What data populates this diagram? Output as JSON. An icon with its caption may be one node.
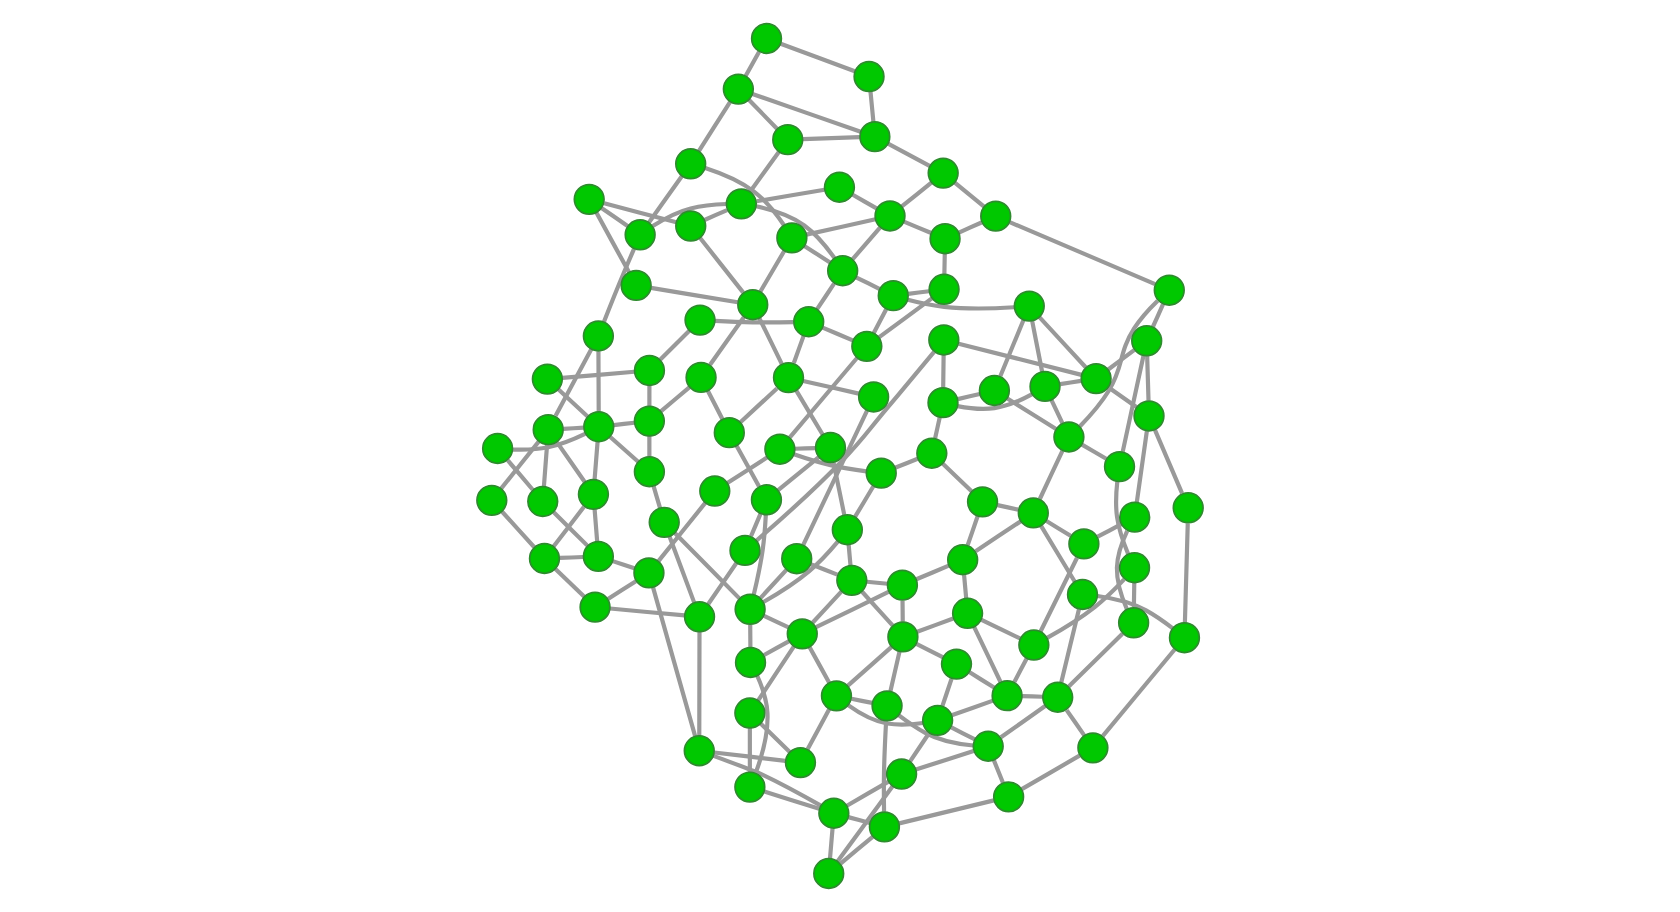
{
  "diagram": {
    "nodes": [
      {
        "text": [],
        "shape": "circle"
      },
      {
        "text": [],
        "shape": "circle"
      },
      {
        "text": [],
        "shape": "circle"
      },
      {
        "text": [],
        "shape": "circle"
      },
      {
        "text": [],
        "shape": "circle"
      },
      {
        "text": [],
        "shape": "circle"
      },
      {
        "text": [],
        "shape": "circle"
      },
      {
        "text": [],
        "shape": "circle"
      },
      {
        "text": [],
        "shape": "circle"
      },
      {
        "text": [],
        "shape": "circle"
      },
      {
        "text": [],
        "shape": "circle"
      },
      {
        "text": [],
        "shape": "circle"
      },
      {
        "text": [],
        "shape": "circle"
      },
      {
        "text": [],
        "shape": "circle"
      },
      {
        "text": [],
        "shape": "circle"
      },
      {
        "text": [],
        "shape": "circle"
      },
      {
        "text": [],
        "shape": "circle"
      },
      {
        "text": [],
        "shape": "circle"
      },
      {
        "text": [],
        "shape": "circle"
      },
      {
        "text": [],
        "shape": "circle"
      },
      {
        "text": [],
        "shape": "circle"
      },
      {
        "text": [],
        "shape": "circle"
      },
      {
        "text": [],
        "shape": "circle"
      },
      {
        "text": [],
        "shape": "circle"
      },
      {
        "text": [],
        "shape": "circle"
      },
      {
        "text": [],
        "shape": "circle"
      },
      {
        "text": [],
        "shape": "circle"
      },
      {
        "text": [],
        "shape": "circle"
      },
      {
        "text": [],
        "shape": "circle"
      },
      {
        "text": [],
        "shape": "circle"
      },
      {
        "text": [],
        "shape": "circle"
      },
      {
        "text": [],
        "shape": "circle"
      },
      {
        "text": [],
        "shape": "circle"
      },
      {
        "text": [],
        "shape": "circle"
      },
      {
        "text": [],
        "shape": "circle"
      },
      {
        "text": [],
        "shape": "circle"
      },
      {
        "text": [],
        "shape": "circle"
      },
      {
        "text": [],
        "shape": "circle"
      },
      {
        "text": [],
        "shape": "circle"
      },
      {
        "text": [],
        "shape": "circle"
      },
      {
        "text": [],
        "shape": "circle"
      },
      {
        "text": [],
        "shape": "circle"
      },
      {
        "text": [],
        "shape": "circle"
      },
      {
        "text": [],
        "shape": "circle"
      },
      {
        "text": [],
        "shape": "circle"
      },
      {
        "text": [],
        "shape": "circle"
      },
      {
        "text": [],
        "shape": "circle"
      },
      {
        "text": [],
        "shape": "circle"
      },
      {
        "text": [],
        "shape": "circle"
      },
      {
        "text": [],
        "shape": "circle"
      },
      {
        "text": [],
        "shape": "circle"
      },
      {
        "text": [],
        "shape": "circle"
      },
      {
        "text": [],
        "shape": "circle"
      },
      {
        "text": [],
        "shape": "circle"
      },
      {
        "text": [],
        "shape": "circle"
      },
      {
        "text": [],
        "shape": "circle"
      },
      {
        "text": [],
        "shape": "circle"
      },
      {
        "text": [],
        "shape": "circle"
      },
      {
        "text": [],
        "shape": "circle"
      },
      {
        "text": [],
        "shape": "circle"
      },
      {
        "text": [],
        "shape": "circle"
      },
      {
        "text": [],
        "shape": "circle"
      },
      {
        "text": [],
        "shape": "circle"
      },
      {
        "text": [],
        "shape": "circle"
      },
      {
        "text": [],
        "shape": "circle"
      },
      {
        "text": [],
        "shape": "circle"
      },
      {
        "text": [],
        "shape": "circle"
      },
      {
        "text": [],
        "shape": "circle"
      },
      {
        "text": [],
        "shape": "circle"
      },
      {
        "text": [],
        "shape": "circle"
      },
      {
        "text": [],
        "shape": "circle"
      },
      {
        "text": [],
        "shape": "circle"
      },
      {
        "text": [],
        "shape": "circle"
      },
      {
        "text": [],
        "shape": "circle"
      },
      {
        "text": [],
        "shape": "circle"
      },
      {
        "text": [],
        "shape": "circle"
      },
      {
        "text": [],
        "shape": "circle"
      },
      {
        "text": [],
        "shape": "circle"
      },
      {
        "text": [],
        "shape": "circle"
      },
      {
        "text": [],
        "shape": "circle"
      },
      {
        "text": [],
        "shape": "circle"
      },
      {
        "text": [],
        "shape": "circle"
      },
      {
        "text": [],
        "shape": "circle"
      },
      {
        "text": [],
        "shape": "circle"
      },
      {
        "text": [],
        "shape": "circle"
      },
      {
        "text": [],
        "shape": "circle"
      },
      {
        "text": [],
        "shape": "circle"
      },
      {
        "text": [],
        "shape": "circle"
      },
      {
        "text": [],
        "shape": "circle"
      },
      {
        "text": [],
        "shape": "circle"
      },
      {
        "text": [],
        "shape": "circle"
      },
      {
        "text": [],
        "shape": "circle"
      },
      {
        "text": [],
        "shape": "circle"
      },
      {
        "text": [],
        "shape": "circle"
      },
      {
        "text": [],
        "shape": "circle"
      },
      {
        "text": [],
        "shape": "circle"
      },
      {
        "text": [],
        "shape": "circle"
      },
      {
        "text": [],
        "shape": "circle"
      },
      {
        "text": [],
        "shape": "circle"
      },
      {
        "text": [],
        "shape": "circle"
      }
    ],
    "edges": [
      {
        "from": 18,
        "to": 7,
        "arrow": "none"
      },
      {
        "from": 18,
        "to": 24,
        "arrow": "none"
      },
      {
        "from": 7,
        "to": 24,
        "arrow": "none"
      },
      {
        "from": 18,
        "to": 11,
        "arrow": "none"
      },
      {
        "from": 24,
        "to": 11,
        "arrow": "none"
      },
      {
        "from": 24,
        "to": 47,
        "arrow": "none"
      },
      {
        "from": 24,
        "to": 34,
        "arrow": "none"
      },
      {
        "from": 34,
        "to": 45,
        "arrow": "none"
      },
      {
        "from": 47,
        "to": 36,
        "arrow": "none"
      },
      {
        "from": 7,
        "to": 5,
        "arrow": "none"
      },
      {
        "from": 7,
        "to": 9,
        "arrow": "none"
      },
      {
        "from": 11,
        "to": 2,
        "arrow": "none"
      },
      {
        "from": 11,
        "to": 20,
        "arrow": "none"
      },
      {
        "from": 2,
        "to": 5,
        "arrow": "none"
      },
      {
        "from": 5,
        "to": 20,
        "arrow": "none"
      },
      {
        "from": 9,
        "to": 25,
        "arrow": "none"
      },
      {
        "from": 20,
        "to": 25,
        "arrow": "none"
      },
      {
        "from": 2,
        "to": 1,
        "arrow": "none"
      },
      {
        "from": 1,
        "to": 6,
        "arrow": "none"
      },
      {
        "from": 6,
        "to": 13,
        "arrow": "none"
      },
      {
        "from": 5,
        "to": 6,
        "arrow": "none"
      },
      {
        "from": 9,
        "to": 15,
        "arrow": "none"
      },
      {
        "from": 34,
        "to": 32,
        "arrow": "none"
      },
      {
        "from": 32,
        "to": 39,
        "arrow": "none"
      },
      {
        "from": 32,
        "to": 36,
        "arrow": "none"
      },
      {
        "from": 36,
        "to": 25,
        "arrow": "none"
      },
      {
        "from": 39,
        "to": 45,
        "arrow": "none"
      },
      {
        "from": 39,
        "to": 49,
        "arrow": "none"
      },
      {
        "from": 39,
        "to": 40,
        "arrow": "none"
      },
      {
        "from": 45,
        "to": 49,
        "arrow": "none"
      },
      {
        "from": 44,
        "to": 49,
        "arrow": "none"
      },
      {
        "from": 44,
        "to": 40,
        "arrow": "none"
      },
      {
        "from": 40,
        "to": 48,
        "arrow": "none"
      },
      {
        "from": 23,
        "to": 25,
        "arrow": "none"
      },
      {
        "from": 23,
        "to": 15,
        "arrow": "none"
      },
      {
        "from": 23,
        "to": 31,
        "arrow": "none"
      },
      {
        "from": 15,
        "to": 13,
        "arrow": "none"
      },
      {
        "from": 31,
        "to": 29,
        "arrow": "none"
      },
      {
        "from": 31,
        "to": 40,
        "arrow": "none"
      },
      {
        "from": 49,
        "to": 48,
        "arrow": "none"
      },
      {
        "from": 0,
        "to": 3,
        "arrow": "none"
      },
      {
        "from": 0,
        "to": 1,
        "arrow": "none"
      },
      {
        "from": 0,
        "to": 4,
        "arrow": "none"
      },
      {
        "from": 3,
        "to": 26,
        "arrow": "none"
      },
      {
        "from": 4,
        "to": 10,
        "arrow": "none"
      },
      {
        "from": 10,
        "to": 12,
        "arrow": "none"
      },
      {
        "from": 10,
        "to": 35,
        "arrow": "none"
      },
      {
        "from": 10,
        "to": 22,
        "arrow": "none"
      },
      {
        "from": 12,
        "to": 8,
        "arrow": "none"
      },
      {
        "from": 12,
        "to": 19,
        "arrow": "none"
      },
      {
        "from": 16,
        "to": 22,
        "arrow": "none"
      },
      {
        "from": 16,
        "to": 28,
        "arrow": "none"
      },
      {
        "from": 16,
        "to": 14,
        "arrow": "none"
      },
      {
        "from": 22,
        "to": 35,
        "arrow": "none"
      },
      {
        "from": 22,
        "to": 41,
        "arrow": "none"
      },
      {
        "from": 35,
        "to": 42,
        "arrow": "none"
      },
      {
        "from": 41,
        "to": 28,
        "arrow": "none"
      },
      {
        "from": 46,
        "to": 27,
        "arrow": "none"
      },
      {
        "from": 46,
        "to": 30,
        "arrow": "none"
      },
      {
        "from": 27,
        "to": 37,
        "arrow": "none"
      },
      {
        "from": 27,
        "to": 28,
        "arrow": "none"
      },
      {
        "from": 28,
        "to": 30,
        "arrow": "none"
      },
      {
        "from": 30,
        "to": 37,
        "arrow": "none"
      },
      {
        "from": 37,
        "to": 42,
        "arrow": "none"
      },
      {
        "from": 37,
        "to": 38,
        "arrow": "none"
      },
      {
        "from": 38,
        "to": 33,
        "arrow": "none"
      },
      {
        "from": 33,
        "to": 26,
        "arrow": "none"
      },
      {
        "from": 26,
        "to": 19,
        "arrow": "none"
      },
      {
        "from": 19,
        "to": 17,
        "arrow": "none"
      },
      {
        "from": 17,
        "to": 14,
        "arrow": "none"
      },
      {
        "from": 14,
        "to": 8,
        "arrow": "none"
      },
      {
        "from": 43,
        "to": 38,
        "arrow": "none"
      },
      {
        "from": 43,
        "to": 48,
        "arrow": "none"
      },
      {
        "from": 8,
        "to": 6,
        "arrow": "none"
      },
      {
        "from": 17,
        "to": 13,
        "arrow": "none"
      },
      {
        "from": 21,
        "to": 17,
        "arrow": "none"
      },
      {
        "from": 29,
        "to": 26,
        "arrow": "none"
      },
      {
        "from": 29,
        "to": 33,
        "arrow": "none"
      },
      {
        "from": 21,
        "to": 23,
        "arrow": "none"
      },
      {
        "from": 21,
        "to": 13,
        "arrow": "none"
      },
      {
        "from": 21,
        "to": 29,
        "arrow": "none"
      },
      {
        "from": 20,
        "to": 23,
        "arrow": "none"
      },
      {
        "from": 3,
        "to": 6,
        "arrow": "none"
      },
      {
        "from": 35,
        "to": 46,
        "arrow": "none"
      },
      {
        "from": 5,
        "to": 9,
        "arrow": "none"
      },
      {
        "from": 9,
        "to": 13,
        "arrow": "none"
      },
      {
        "from": 25,
        "to": 39,
        "arrow": "none"
      },
      {
        "from": 31,
        "to": 39,
        "arrow": "none"
      },
      {
        "from": 23,
        "to": 40,
        "arrow": "none"
      },
      {
        "from": 26,
        "to": 28,
        "arrow": "none"
      },
      {
        "from": 30,
        "to": 35,
        "arrow": "none"
      },
      {
        "from": 42,
        "to": 51,
        "arrow": "none"
      },
      {
        "from": 43,
        "to": 52,
        "arrow": "none"
      },
      {
        "from": 46,
        "to": 53,
        "arrow": "none"
      },
      {
        "from": 41,
        "to": 55,
        "arrow": "none"
      },
      {
        "from": 49,
        "to": 56,
        "arrow": "none"
      },
      {
        "from": 49,
        "to": 57,
        "arrow": "none"
      },
      {
        "from": 48,
        "to": 58,
        "arrow": "none"
      },
      {
        "from": 44,
        "to": 50,
        "arrow": "none"
      },
      {
        "from": 47,
        "to": 54,
        "arrow": "none"
      },
      {
        "from": 47,
        "to": 60,
        "arrow": "none"
      },
      {
        "from": 80,
        "to": 65,
        "arrow": "none"
      },
      {
        "from": 80,
        "to": 94,
        "arrow": "none"
      },
      {
        "from": 80,
        "to": 81,
        "arrow": "none"
      },
      {
        "from": 65,
        "to": 54,
        "arrow": "none"
      },
      {
        "from": 65,
        "to": 64,
        "arrow": "none"
      },
      {
        "from": 65,
        "to": 76,
        "arrow": "none"
      },
      {
        "from": 54,
        "to": 62,
        "arrow": "none"
      },
      {
        "from": 62,
        "to": 64,
        "arrow": "none"
      },
      {
        "from": 62,
        "to": 60,
        "arrow": "none"
      },
      {
        "from": 94,
        "to": 96,
        "arrow": "none"
      },
      {
        "from": 94,
        "to": 85,
        "arrow": "none"
      },
      {
        "from": 94,
        "to": 76,
        "arrow": "none"
      },
      {
        "from": 81,
        "to": 85,
        "arrow": "none"
      },
      {
        "from": 64,
        "to": 89,
        "arrow": "none"
      },
      {
        "from": 89,
        "to": 94,
        "arrow": "none"
      },
      {
        "from": 76,
        "to": 85,
        "arrow": "none"
      },
      {
        "from": 76,
        "to": 64,
        "arrow": "none"
      },
      {
        "from": 85,
        "to": 96,
        "arrow": "none"
      },
      {
        "from": 85,
        "to": 86,
        "arrow": "none"
      },
      {
        "from": 85,
        "to": 77,
        "arrow": "none"
      },
      {
        "from": 60,
        "to": 56,
        "arrow": "none"
      },
      {
        "from": 60,
        "to": 51,
        "arrow": "none"
      },
      {
        "from": 54,
        "to": 61,
        "arrow": "none"
      },
      {
        "from": 77,
        "to": 86,
        "arrow": "none"
      },
      {
        "from": 92,
        "to": 93,
        "arrow": "none"
      },
      {
        "from": 92,
        "to": 85,
        "arrow": "none"
      },
      {
        "from": 86,
        "to": 93,
        "arrow": "none"
      },
      {
        "from": 86,
        "to": 73,
        "arrow": "none"
      },
      {
        "from": 56,
        "to": 77,
        "arrow": "none"
      },
      {
        "from": 96,
        "to": 95,
        "arrow": "none"
      },
      {
        "from": 57,
        "to": 51,
        "arrow": "none"
      },
      {
        "from": 57,
        "to": 66,
        "arrow": "none"
      },
      {
        "from": 57,
        "to": 58,
        "arrow": "none"
      },
      {
        "from": 50,
        "to": 67,
        "arrow": "none"
      },
      {
        "from": 61,
        "to": 52,
        "arrow": "none"
      },
      {
        "from": 66,
        "to": 67,
        "arrow": "none"
      },
      {
        "from": 66,
        "to": 73,
        "arrow": "none"
      },
      {
        "from": 73,
        "to": 74,
        "arrow": "none"
      },
      {
        "from": 78,
        "to": 83,
        "arrow": "none"
      },
      {
        "from": 78,
        "to": 95,
        "arrow": "none"
      },
      {
        "from": 78,
        "to": 79,
        "arrow": "none"
      },
      {
        "from": 83,
        "to": 74,
        "arrow": "none"
      },
      {
        "from": 95,
        "to": 97,
        "arrow": "none"
      },
      {
        "from": 95,
        "to": 84,
        "arrow": "none"
      },
      {
        "from": 74,
        "to": 67,
        "arrow": "none"
      },
      {
        "from": 74,
        "to": 79,
        "arrow": "none"
      },
      {
        "from": 74,
        "to": 75,
        "arrow": "none"
      },
      {
        "from": 87,
        "to": 93,
        "arrow": "none"
      },
      {
        "from": 87,
        "to": 69,
        "arrow": "none"
      },
      {
        "from": 58,
        "to": 67,
        "arrow": "none"
      },
      {
        "from": 58,
        "to": 52,
        "arrow": "none"
      },
      {
        "from": 52,
        "to": 59,
        "arrow": "none"
      },
      {
        "from": 59,
        "to": 69,
        "arrow": "none"
      },
      {
        "from": 59,
        "to": 53,
        "arrow": "none"
      },
      {
        "from": 59,
        "to": 63,
        "arrow": "none"
      },
      {
        "from": 79,
        "to": 84,
        "arrow": "none"
      },
      {
        "from": 69,
        "to": 67,
        "arrow": "none"
      },
      {
        "from": 69,
        "to": 70,
        "arrow": "none"
      },
      {
        "from": 75,
        "to": 97,
        "arrow": "none"
      },
      {
        "from": 75,
        "to": 70,
        "arrow": "none"
      },
      {
        "from": 75,
        "to": 72,
        "arrow": "none"
      },
      {
        "from": 70,
        "to": 53,
        "arrow": "none"
      },
      {
        "from": 70,
        "to": 72,
        "arrow": "none"
      },
      {
        "from": 70,
        "to": 84,
        "arrow": "none"
      },
      {
        "from": 84,
        "to": 82,
        "arrow": "none"
      },
      {
        "from": 84,
        "to": 88,
        "arrow": "none"
      },
      {
        "from": 90,
        "to": 91,
        "arrow": "none"
      },
      {
        "from": 90,
        "to": 98,
        "arrow": "none"
      },
      {
        "from": 82,
        "to": 72,
        "arrow": "none"
      },
      {
        "from": 53,
        "to": 63,
        "arrow": "none"
      },
      {
        "from": 63,
        "to": 68,
        "arrow": "none"
      },
      {
        "from": 72,
        "to": 68,
        "arrow": "none"
      },
      {
        "from": 72,
        "to": 71,
        "arrow": "none"
      },
      {
        "from": 68,
        "to": 55,
        "arrow": "none"
      },
      {
        "from": 88,
        "to": 91,
        "arrow": "none"
      },
      {
        "from": 88,
        "to": 99,
        "arrow": "none"
      },
      {
        "from": 98,
        "to": 99,
        "arrow": "none"
      },
      {
        "from": 55,
        "to": 71,
        "arrow": "none"
      },
      {
        "from": 99,
        "to": 91,
        "arrow": "none"
      },
      {
        "from": 71,
        "to": 91,
        "arrow": "none"
      },
      {
        "from": 97,
        "to": 99,
        "arrow": "none"
      }
    ]
  }
}
